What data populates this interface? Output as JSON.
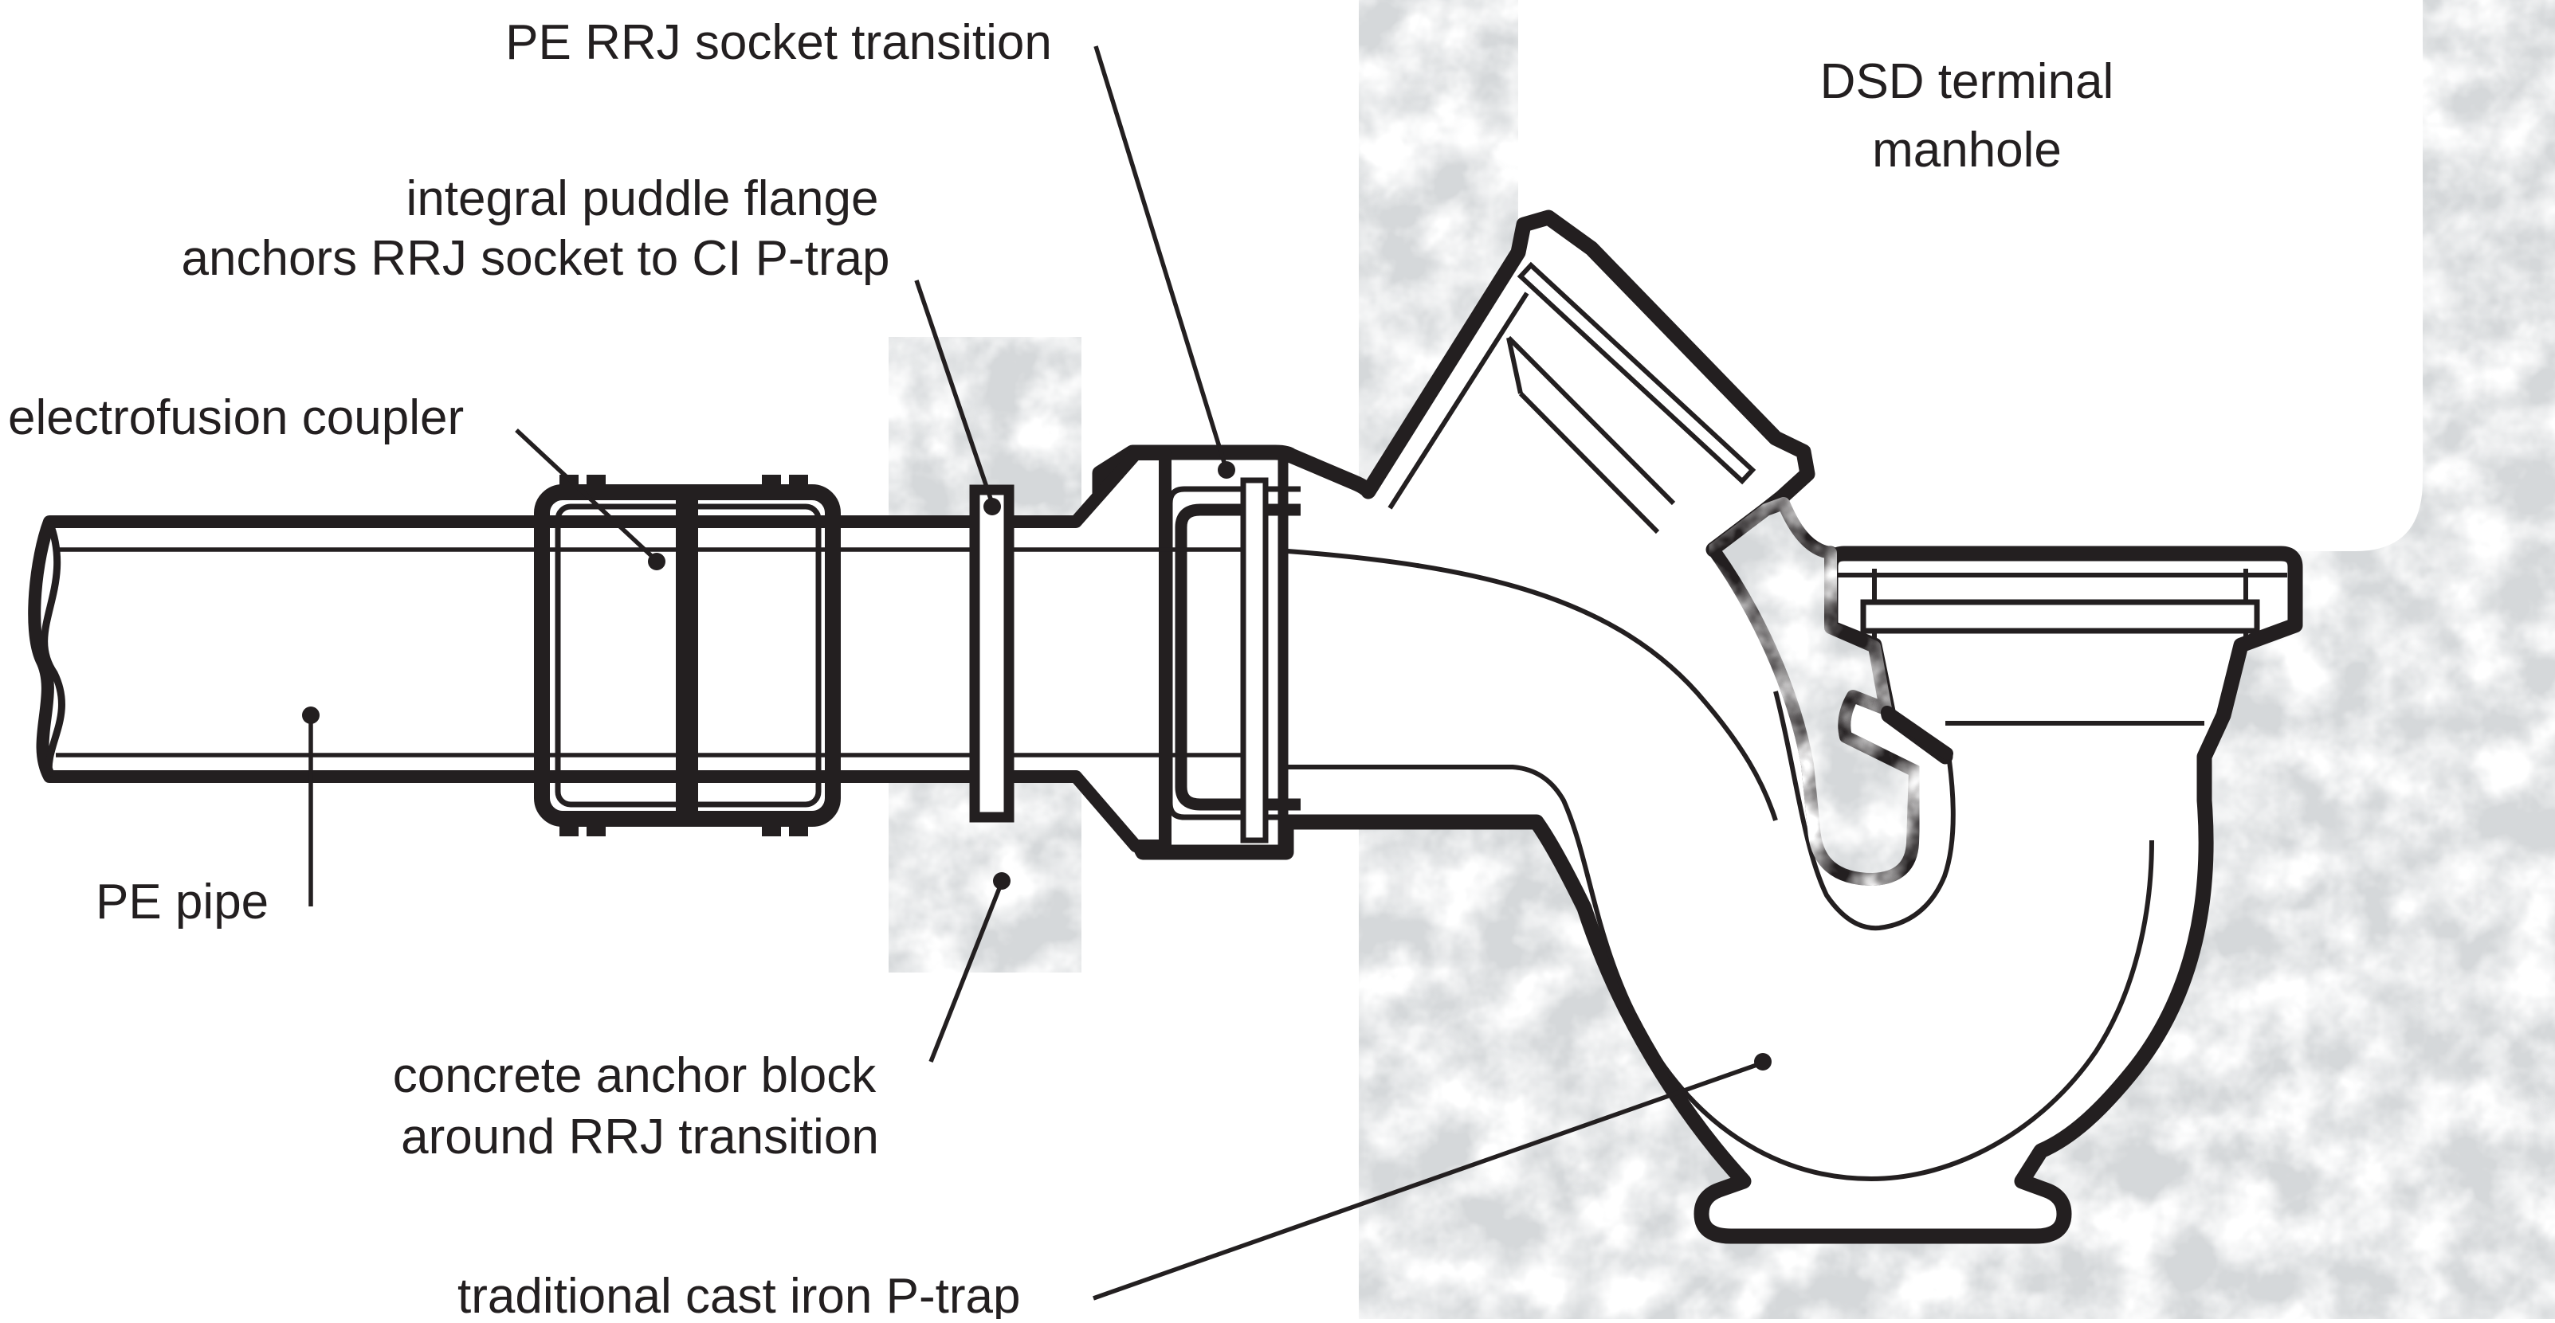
{
  "figure": {
    "type": "technical-cross-section-diagram",
    "subject": "PE pipe to traditional cast iron P-trap connection at a DSD terminal manhole"
  },
  "labels": {
    "pe_rrj_socket_transition": "PE RRJ socket transition",
    "puddle_flange_line1": "integral puddle flange",
    "puddle_flange_line2": "anchors RRJ socket to CI P-trap",
    "electrofusion_coupler": "electrofusion coupler",
    "dsd_manhole_line1": "DSD terminal",
    "dsd_manhole_line2": "manhole",
    "pe_pipe": "PE pipe",
    "concrete_anchor_line1": "concrete anchor block",
    "concrete_anchor_line2": "around RRJ transition",
    "traditional_ptrap": "traditional cast iron P-trap"
  },
  "colors": {
    "ink": "#231f20",
    "concrete": "#d5d8da",
    "background": "#ffffff"
  }
}
